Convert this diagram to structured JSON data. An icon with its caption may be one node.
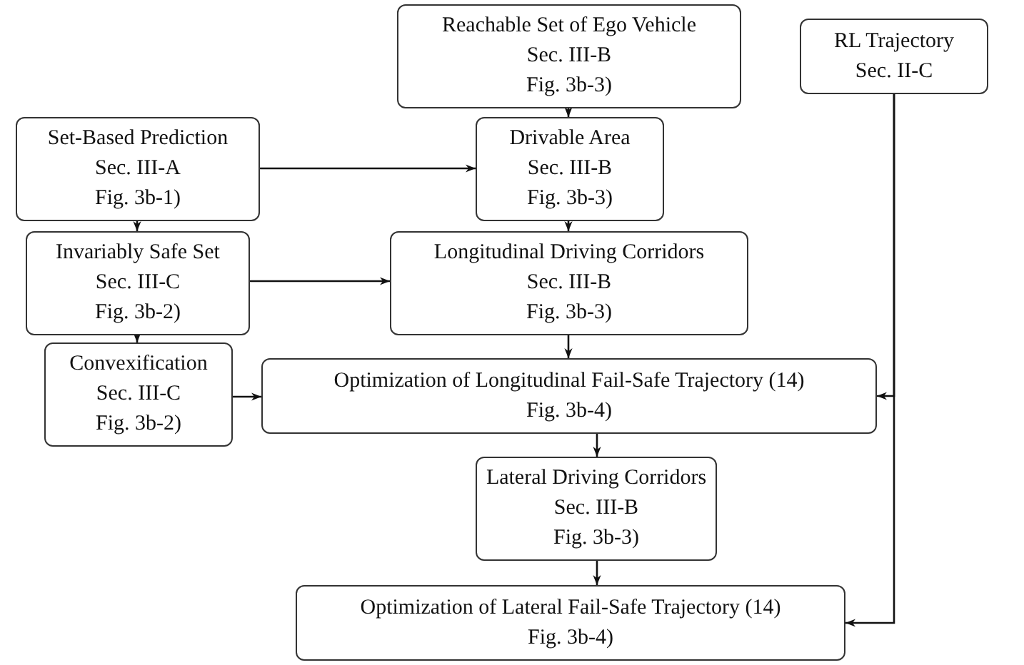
{
  "diagram": {
    "nodes": [
      {
        "text": [
          "Reachable Set of Ego Vehicle",
          "Sec. III-B",
          "Fig. 3b-3)"
        ]
      },
      {
        "text": [
          "RL Trajectory",
          "Sec. II-C"
        ]
      },
      {
        "text": [
          "Set-Based Prediction",
          "Sec. III-A",
          "Fig. 3b-1)"
        ]
      },
      {
        "text": [
          "Drivable Area",
          "Sec. III-B",
          "Fig. 3b-3)"
        ]
      },
      {
        "text": [
          "Invariably Safe Set",
          "Sec. III-C",
          "Fig. 3b-2)"
        ]
      },
      {
        "text": [
          "Longitudinal Driving Corridors",
          "Sec. III-B",
          "Fig. 3b-3)"
        ]
      },
      {
        "text": [
          "Convexification",
          "Sec. III-C",
          "Fig. 3b-2)"
        ]
      },
      {
        "text": [
          "Optimization of Longitudinal Fail-Safe Trajectory (14)",
          "Fig. 3b-4)"
        ]
      },
      {
        "text": [
          "Lateral Driving Corridors",
          "Sec. III-B",
          "Fig. 3b-3)"
        ]
      },
      {
        "text": [
          "Optimization of Lateral Fail-Safe Trajectory (14)",
          "Fig. 3b-4)"
        ]
      }
    ],
    "edges": [
      {
        "from": 0,
        "to": 3,
        "arrow": "to"
      },
      {
        "from": 2,
        "to": 3,
        "arrow": "to"
      },
      {
        "from": 2,
        "to": 4,
        "arrow": "to"
      },
      {
        "from": 3,
        "to": 5,
        "arrow": "to"
      },
      {
        "from": 4,
        "to": 5,
        "arrow": "to"
      },
      {
        "from": 4,
        "to": 6,
        "arrow": "to"
      },
      {
        "from": 5,
        "to": 7,
        "arrow": "to"
      },
      {
        "from": 6,
        "to": 7,
        "arrow": "to"
      },
      {
        "from": 1,
        "to": 7,
        "arrow": "to"
      },
      {
        "from": 7,
        "to": 8,
        "arrow": "to"
      },
      {
        "from": 1,
        "to": 9,
        "arrow": "to"
      },
      {
        "from": 8,
        "to": 9,
        "arrow": "to"
      }
    ]
  }
}
